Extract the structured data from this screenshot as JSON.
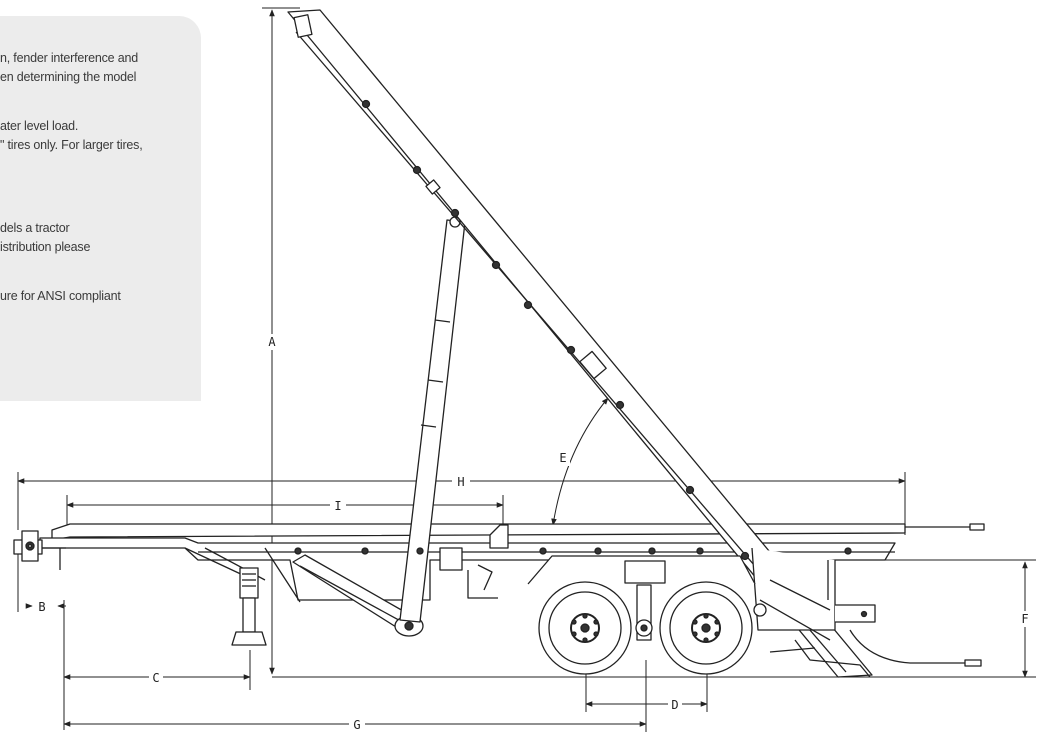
{
  "notes": [
    "n, fender interference and",
    "en determining the model",
    "ater level load.",
    "\" tires only. For larger tires,",
    "dels a tractor",
    "istribution please",
    "ure for ANSI compliant"
  ],
  "dimension_labels": {
    "A": "A",
    "B": "B",
    "C": "C",
    "D": "D",
    "E": "E",
    "F": "F",
    "G": "G",
    "H": "H",
    "I": "I"
  }
}
